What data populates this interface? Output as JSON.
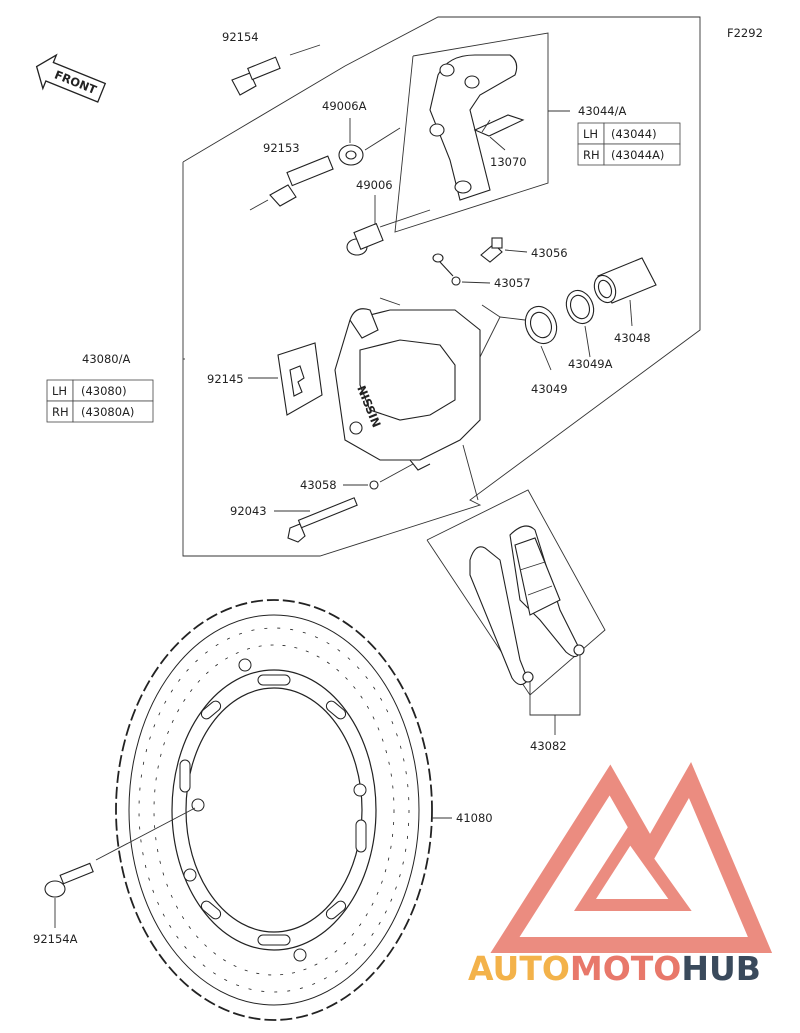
{
  "figure_code": "F2292",
  "front_label": "FRONT",
  "parts": {
    "p92154": "92154",
    "p49006A": "49006A",
    "p92153": "92153",
    "p49006": "49006",
    "p43044A": "43044/A",
    "p13070": "13070",
    "p43056": "43056",
    "p43057": "43057",
    "p43048": "43048",
    "p43049A": "43049A",
    "p43049": "43049",
    "p43080A": "43080/A",
    "p92145": "92145",
    "p43058": "43058",
    "p92043": "92043",
    "p43082": "43082",
    "p41080": "41080",
    "p92154A": "92154A"
  },
  "caliper_bracket_table": {
    "rows": [
      {
        "side": "LH",
        "part": "(43044)"
      },
      {
        "side": "RH",
        "part": "(43044A)"
      }
    ]
  },
  "caliper_table": {
    "rows": [
      {
        "side": "LH",
        "part": "(43080)"
      },
      {
        "side": "RH",
        "part": "(43080A)"
      }
    ]
  },
  "caliper_marking": "NISSIN",
  "watermark": {
    "word1": "AUTO",
    "word2": "MOTO",
    "word3": "HUB",
    "color_primary": "#f39c12",
    "color_accent": "#e74c3c",
    "color_dark": "#2c3e50"
  }
}
